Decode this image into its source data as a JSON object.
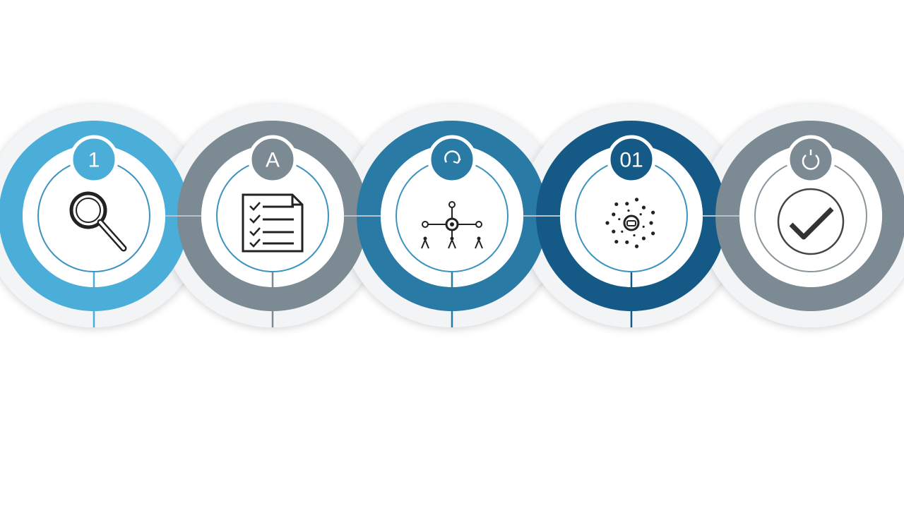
{
  "steps": [
    {
      "badge": "1",
      "icon": "magnifier-icon",
      "color": "#4aaed8"
    },
    {
      "badge": "A",
      "icon": "checklist-icon",
      "color": "#7c8a93"
    },
    {
      "badge": "",
      "icon": "network-icon",
      "color": "#2a7aa6",
      "badge_icon": "refresh-icon"
    },
    {
      "badge": "01",
      "icon": "idea-cluster-icon",
      "color": "#155a86"
    },
    {
      "badge": "",
      "icon": "check-circle-icon",
      "color": "#7c8a93",
      "badge_icon": "power-icon"
    }
  ],
  "colors": {
    "background": "#ffffff",
    "outer_halo": "#f2f4f6",
    "inner_ring": "#3d93c0",
    "icon_stroke": "#222222",
    "gray": "#7c8a93"
  }
}
